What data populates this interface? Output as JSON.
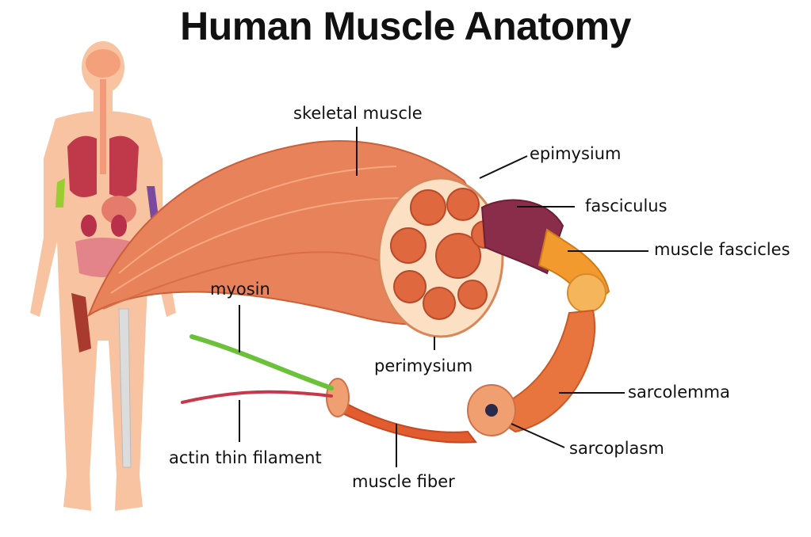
{
  "title": "Human Muscle Anatomy",
  "labels": {
    "skeletal_muscle": "skeletal muscle",
    "epimysium": "epimysium",
    "fasciculus": "fasciculus",
    "muscle_fascicles": "muscle fascicles",
    "myosin": "myosin",
    "perimysium": "perimysium",
    "sarcolemma": "sarcolemma",
    "sarcoplasm": "sarcoplasm",
    "actin_thin_filament": "actin thin filament",
    "muscle_fiber": "muscle fiber"
  },
  "colors": {
    "skin": "#f7c3a0",
    "muscle": "#e8825a",
    "muscle_dark": "#c9603a",
    "fascicle_fill": "#e0683e",
    "sheath": "#8a2d4a",
    "fascicles_orange": "#f29a2e",
    "myosin_green": "#6cc13a",
    "actin_red": "#c8384a"
  }
}
